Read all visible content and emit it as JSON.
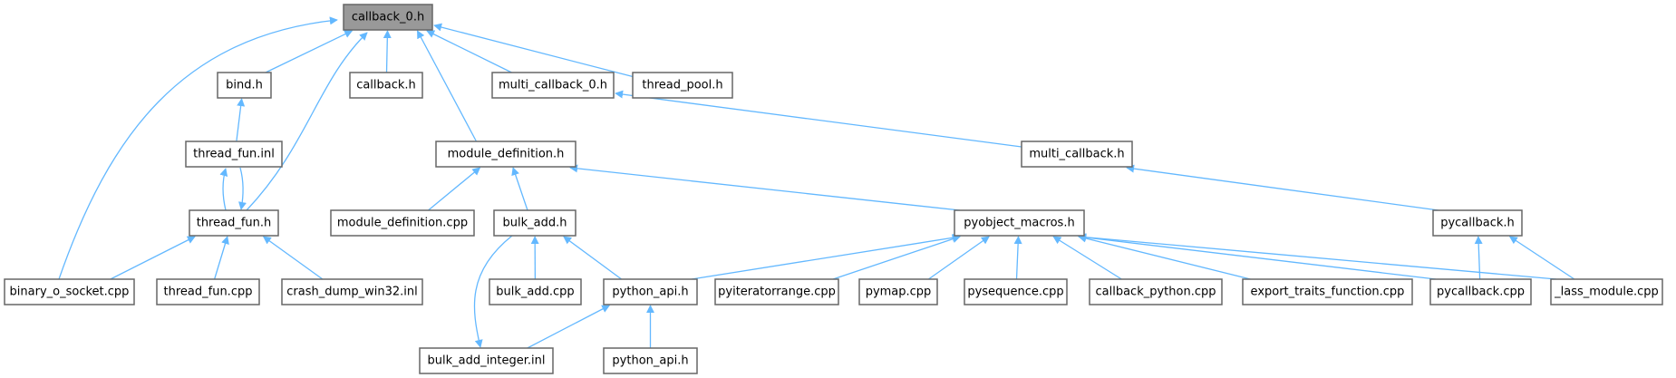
{
  "graph": {
    "title": "callback_0.h",
    "colors": {
      "edge": "#63b8ff",
      "root_fill": "#999999",
      "node_border": "#666666"
    },
    "nodes": [
      {
        "id": "callback_0",
        "label": "callback_0.h",
        "root": true
      },
      {
        "id": "bind",
        "label": "bind.h"
      },
      {
        "id": "callback",
        "label": "callback.h"
      },
      {
        "id": "multi_callback_0",
        "label": "multi_callback_0.h"
      },
      {
        "id": "thread_pool",
        "label": "thread_pool.h"
      },
      {
        "id": "thread_fun_inl",
        "label": "thread_fun.inl"
      },
      {
        "id": "module_definition_h",
        "label": "module_definition.h"
      },
      {
        "id": "multi_callback",
        "label": "multi_callback.h"
      },
      {
        "id": "thread_fun_h",
        "label": "thread_fun.h"
      },
      {
        "id": "module_definition_cpp",
        "label": "module_definition.cpp"
      },
      {
        "id": "bulk_add_h",
        "label": "bulk_add.h"
      },
      {
        "id": "pyobject_macros",
        "label": "pyobject_macros.h"
      },
      {
        "id": "pycallback_h",
        "label": "pycallback.h"
      },
      {
        "id": "binary_o_socket",
        "label": "binary_o_socket.cpp"
      },
      {
        "id": "thread_fun_cpp",
        "label": "thread_fun.cpp"
      },
      {
        "id": "crash_dump",
        "label": "crash_dump_win32.inl"
      },
      {
        "id": "bulk_add_cpp",
        "label": "bulk_add.cpp"
      },
      {
        "id": "python_api_1",
        "label": "python_api.h"
      },
      {
        "id": "pyiteratorrange",
        "label": "pyiteratorrange.cpp"
      },
      {
        "id": "pymap",
        "label": "pymap.cpp"
      },
      {
        "id": "pysequence",
        "label": "pysequence.cpp"
      },
      {
        "id": "callback_python",
        "label": "callback_python.cpp"
      },
      {
        "id": "export_traits",
        "label": "export_traits_function.cpp"
      },
      {
        "id": "pycallback_cpp",
        "label": "pycallback.cpp"
      },
      {
        "id": "lass_module",
        "label": "_lass_module.cpp"
      },
      {
        "id": "bulk_add_integer",
        "label": "bulk_add_integer.inl"
      },
      {
        "id": "python_api_2",
        "label": "python_api.h"
      }
    ],
    "edges": [
      [
        "bind",
        "callback_0"
      ],
      [
        "callback",
        "callback_0"
      ],
      [
        "multi_callback_0",
        "callback_0"
      ],
      [
        "thread_pool",
        "callback_0"
      ],
      [
        "module_definition_h",
        "callback_0"
      ],
      [
        "thread_fun_h",
        "callback_0"
      ],
      [
        "binary_o_socket",
        "callback_0"
      ],
      [
        "thread_fun_inl",
        "bind"
      ],
      [
        "thread_fun_h",
        "thread_fun_inl"
      ],
      [
        "thread_fun_inl",
        "thread_fun_h"
      ],
      [
        "binary_o_socket",
        "thread_fun_h"
      ],
      [
        "thread_fun_cpp",
        "thread_fun_h"
      ],
      [
        "crash_dump",
        "thread_fun_h"
      ],
      [
        "multi_callback",
        "multi_callback_0"
      ],
      [
        "pycallback_h",
        "multi_callback"
      ],
      [
        "module_definition_cpp",
        "module_definition_h"
      ],
      [
        "bulk_add_h",
        "module_definition_h"
      ],
      [
        "pyobject_macros",
        "module_definition_h"
      ],
      [
        "bulk_add_cpp",
        "bulk_add_h"
      ],
      [
        "python_api_1",
        "bulk_add_h"
      ],
      [
        "bulk_add_h",
        "bulk_add_integer"
      ],
      [
        "bulk_add_integer",
        "python_api_1"
      ],
      [
        "python_api_2",
        "python_api_1"
      ],
      [
        "python_api_1",
        "pyobject_macros"
      ],
      [
        "pyiteratorrange",
        "pyobject_macros"
      ],
      [
        "pymap",
        "pyobject_macros"
      ],
      [
        "pysequence",
        "pyobject_macros"
      ],
      [
        "callback_python",
        "pyobject_macros"
      ],
      [
        "export_traits",
        "pyobject_macros"
      ],
      [
        "pycallback_cpp",
        "pyobject_macros"
      ],
      [
        "lass_module",
        "pyobject_macros"
      ],
      [
        "pycallback_cpp",
        "pycallback_h"
      ],
      [
        "lass_module",
        "pycallback_h"
      ]
    ]
  }
}
